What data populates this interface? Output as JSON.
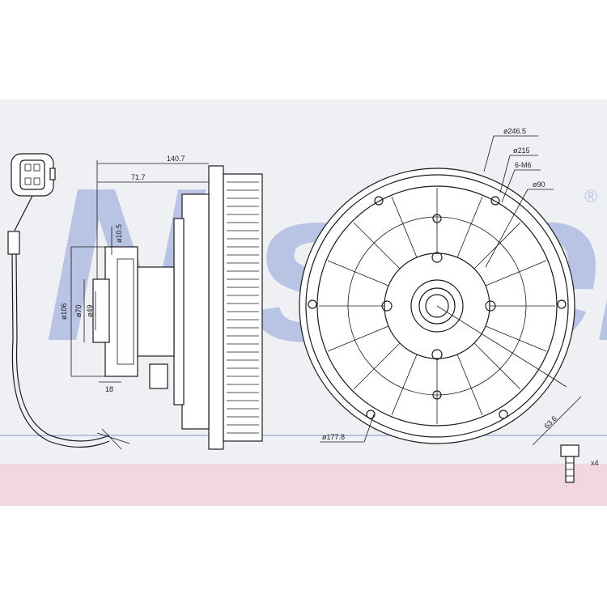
{
  "watermark": {
    "brand": "Nissens",
    "registered": "®"
  },
  "colors": {
    "watermark": "#b9c3e3",
    "band": "#eef0f4",
    "pink_band": "#f2d8de",
    "lines": "#1a1a1a"
  },
  "side_view": {
    "overall_length": "140.7",
    "hub_length": "71.7",
    "hole_dia": "ø10.5",
    "flange_dia": "ø106",
    "pilot_dia": "ø70",
    "bore_dia": "ø49",
    "flange_thickness": "18"
  },
  "front_view": {
    "outer_dia": "ø246.5",
    "inner_dia": "ø215",
    "thread": "6-M6",
    "hub_dia": "ø90",
    "bolt_circle": "ø177.8",
    "offset": "63.6"
  },
  "bolt": {
    "quantity": "x4"
  }
}
